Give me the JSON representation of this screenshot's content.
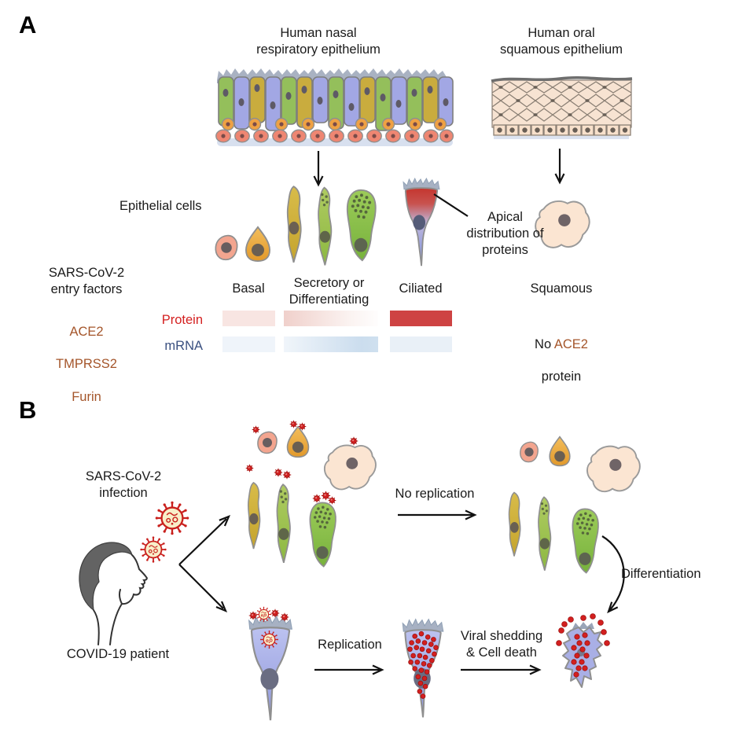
{
  "figure": {
    "panel_a_label": "A",
    "panel_b_label": "B"
  },
  "panel_a": {
    "nasal_title": "Human nasal\nrespiratory epithelium",
    "oral_title": "Human oral\nsquamous epithelium",
    "epithelial_cells_label": "Epithelial cells",
    "entry_factors_title": "SARS-CoV-2\nentry factors",
    "entry_factors": [
      "ACE2",
      "TMPRSS2",
      "Furin"
    ],
    "cell_types": {
      "basal": "Basal",
      "secretory": "Secretory or\nDifferentiating",
      "ciliated": "Ciliated",
      "squamous": "Squamous"
    },
    "apical_note": "Apical\ndistribution of\nproteins",
    "expression": {
      "rows": {
        "protein": "Protein",
        "mrna": "mRNA"
      },
      "columns": [
        "Basal",
        "Secretory or Differentiating",
        "Ciliated"
      ],
      "levels": {
        "protein": [
          "low",
          "low, fading with differentiation",
          "high"
        ],
        "mrna": [
          "low",
          "low, increasing with differentiation",
          "low"
        ]
      }
    },
    "no_ace2": {
      "prefix": "No ",
      "gene": "ACE2",
      "line2": "protein"
    }
  },
  "panel_b": {
    "infection_label": "SARS-CoV-2\ninfection",
    "patient_label": "COVID-19 patient",
    "no_replication_label": "No replication",
    "differentiation_label": "Differentiation",
    "replication_label": "Replication",
    "shedding_label": "Viral shedding\n& Cell death"
  },
  "icons": [
    "coronavirus-icon",
    "virus-particle-dot-icon",
    "patient-head-icon",
    "nasal-epithelium-illustration",
    "oral-epithelium-illustration",
    "basal-cell",
    "secretory-cell",
    "ciliated-cell",
    "squamous-cell",
    "dying-cell"
  ],
  "colors": {
    "entry_factor_brown": "#A4552A",
    "protein_label_red": "#D42020",
    "mrna_label_navy": "#3A5080",
    "virus_red": "#C9201D",
    "protein_bar_high": "#CE4343",
    "ciliated_cell_blue": "#9BA3DE",
    "apical_protein_red": "#C4362F"
  }
}
